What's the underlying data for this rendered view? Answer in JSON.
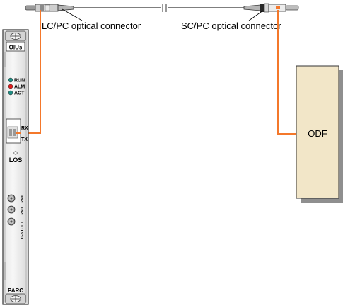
{
  "board": {
    "top_name": "OIUs",
    "bottom_name": "PARC",
    "leds": [
      {
        "label": "RUN",
        "color": "#1f8f85"
      },
      {
        "label": "ALM",
        "color": "#e11b1b"
      },
      {
        "label": "ACT",
        "color": "#1f8f85"
      }
    ],
    "port_rx": "RX",
    "port_tx": "TX",
    "los": "LOS",
    "coax": [
      "2M0",
      "2M1",
      "TESTOUT"
    ]
  },
  "cable": {
    "lc_label": "LC/PC optical connector",
    "sc_label": "SC/PC optical connector",
    "fiber_color": "#f4782b"
  },
  "odf": {
    "label": "ODF",
    "fill": "#f2e6c8"
  }
}
